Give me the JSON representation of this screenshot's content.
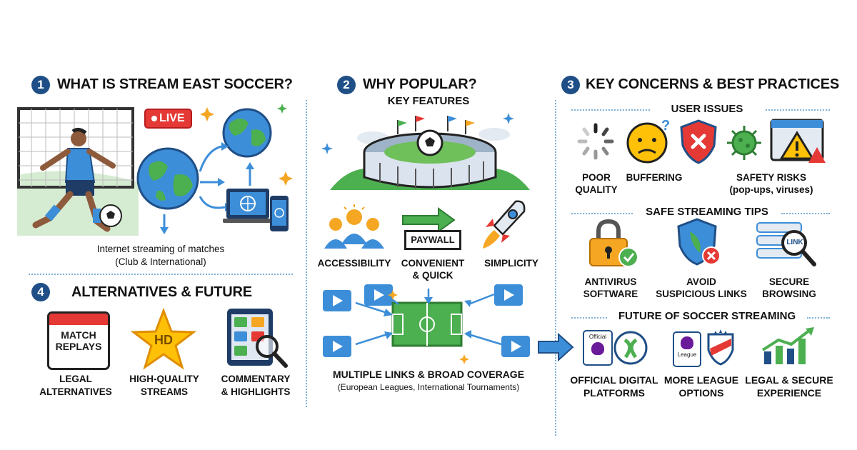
{
  "sections": {
    "s1": {
      "number": "1",
      "title": "WHAT IS STREAM EAST SOCCER?",
      "live_badge": "LIVE",
      "caption_line1": "Internet streaming of matches",
      "caption_line2": "(Club & International)"
    },
    "s2": {
      "number": "2",
      "title": "WHY POPULAR?",
      "subtitle": "KEY FEATURES",
      "paywall_label": "PAYWALL",
      "features": [
        {
          "line1": "ACCESSIBILITY",
          "line2": ""
        },
        {
          "line1": "CONVENIENT",
          "line2": "& QUICK"
        },
        {
          "line1": "SIMPLICITY",
          "line2": ""
        }
      ],
      "coverage_line1": "MULTIPLE LINKS & BROAD COVERAGE",
      "coverage_line2": "(European Leagues, International Tournaments)"
    },
    "s3": {
      "number": "3",
      "title": "KEY CONCERNS & BEST PRACTICES",
      "user_issues": {
        "heading": "USER ISSUES",
        "items": [
          {
            "line1": "POOR",
            "line2": "QUALITY"
          },
          {
            "line1": "BUFFERING",
            "line2": ""
          },
          {
            "line1": "SAFETY RISKS",
            "line2": "(pop-ups, viruses)"
          }
        ]
      },
      "tips": {
        "heading": "SAFE STREAMING TIPS",
        "link_tag": "LINK",
        "items": [
          {
            "line1": "ANTIVIRUS",
            "line2": "SOFTWARE"
          },
          {
            "line1": "AVOID",
            "line2": "SUSPICIOUS LINKS"
          },
          {
            "line1": "SECURE",
            "line2": "BROWSING"
          }
        ]
      },
      "future": {
        "heading": "FUTURE OF SOCCER STREAMING",
        "badge_official": "Official",
        "badge_league": "League",
        "items": [
          {
            "line1": "OFFICIAL DIGITAL",
            "line2": "PLATFORMS"
          },
          {
            "line1": "MORE LEAGUE",
            "line2": "OPTIONS"
          },
          {
            "line1": "LEGAL & SECURE",
            "line2": "EXPERIENCE"
          }
        ]
      }
    },
    "s4": {
      "number": "4",
      "title": "ALTERNATIVES & FUTURE",
      "match_replays_line1": "MATCH",
      "match_replays_line2": "REPLAYS",
      "hd_label": "HD",
      "items": [
        {
          "line1": "LEGAL",
          "line2": "ALTERNATIVES"
        },
        {
          "line1": "HIGH-QUALITY",
          "line2": "STREAMS"
        },
        {
          "line1": "COMMENTARY",
          "line2": "& HIGHLIGHTS"
        }
      ]
    }
  },
  "colors": {
    "navy": "#1f4f86",
    "blue": "#3d8ed8",
    "green": "#4caf50",
    "red": "#e53935",
    "orange": "#f5a623"
  }
}
